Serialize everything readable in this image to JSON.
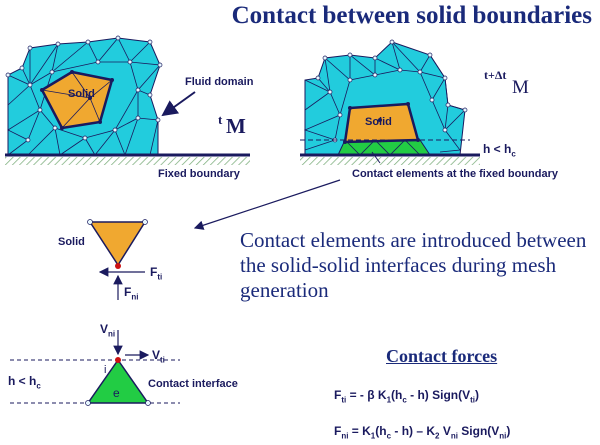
{
  "title": "Contact between solid boundaries",
  "diagram_left": {
    "solid_label": "Solid",
    "fluid_domain_label": "Fluid domain",
    "time_label": "t",
    "mesh_label": "M",
    "fixed_boundary_label": "Fixed boundary"
  },
  "diagram_right": {
    "solid_label": "Solid",
    "time_label": "t+Δt",
    "mesh_label": "M",
    "gap_label": "h < h",
    "gap_sub": "c",
    "contact_elements_label": "Contact elements at the fixed boundary"
  },
  "element_detail": {
    "solid_label": "Solid",
    "ft_label": "F",
    "ft_sub": "ti",
    "fn_label": "F",
    "fn_sub": "ni"
  },
  "description": "Contact elements are introduced between the solid-solid interfaces during mesh generation",
  "interface_detail": {
    "vn_label": "V",
    "vn_sub": "ni",
    "vt_label": "V",
    "vt_sub": "ti",
    "node_label": "i",
    "element_label": "e",
    "gap_label": "h < h",
    "gap_sub": "c",
    "contact_interface_label": "Contact interface"
  },
  "forces": {
    "title": "Contact forces",
    "formula_ft": "F = - β K(h - h) Sign(V)",
    "formula_fn": "F = K(h - h) – K V Sign(V)"
  },
  "colors": {
    "fluid": "#22ccdd",
    "solid": "#f0a830",
    "contact": "#22cc44",
    "ground": "#7cae7c",
    "text": "#1a1a5e"
  }
}
